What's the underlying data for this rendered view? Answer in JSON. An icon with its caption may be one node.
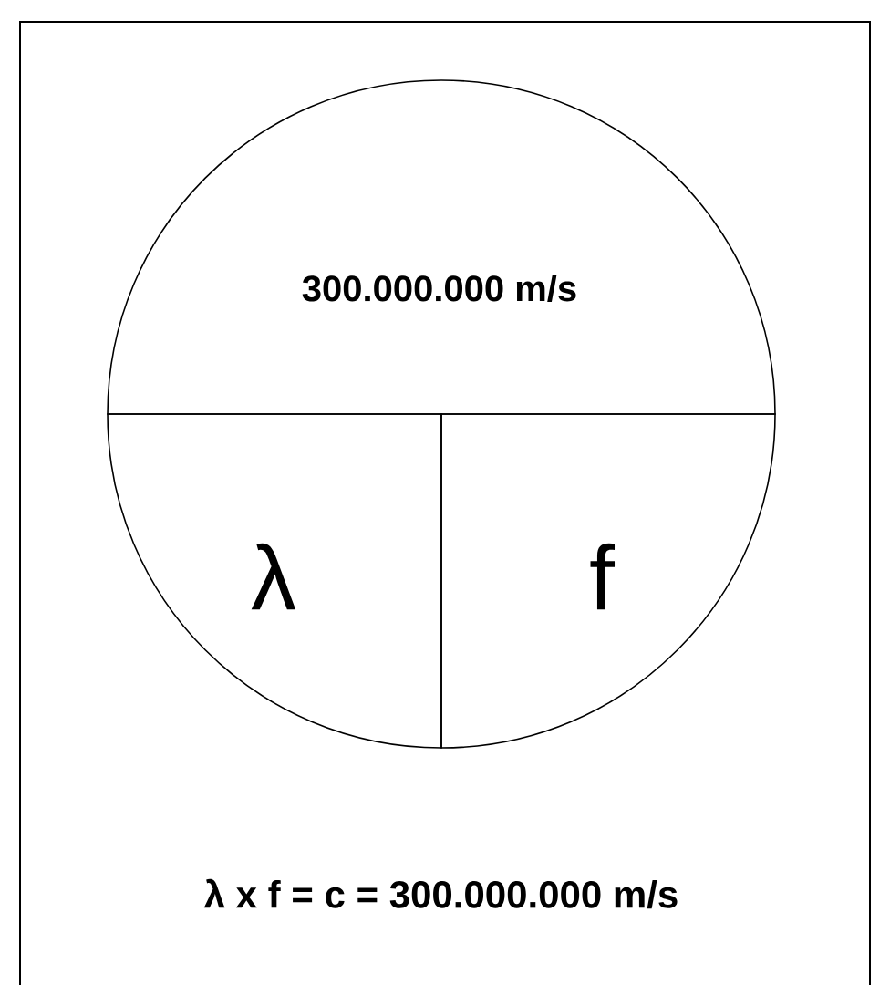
{
  "diagram": {
    "caption": "λ x f = c = 300.000.000 m/s",
    "nodes": [
      {
        "text": [
          "300.000.000 m/s"
        ]
      },
      {
        "text": [
          "λ"
        ]
      },
      {
        "text": [
          "f"
        ]
      }
    ]
  }
}
